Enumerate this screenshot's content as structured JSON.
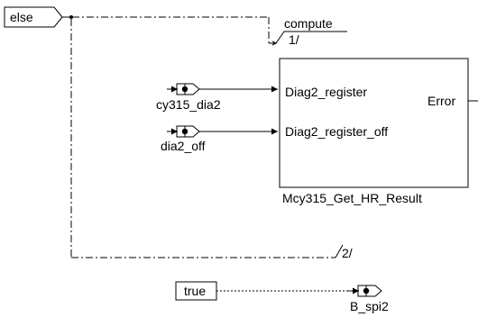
{
  "diagram": {
    "else_label": "else",
    "true_label": "true",
    "compute_label": "compute",
    "branch1_label": "1/",
    "branch2_label": "2/",
    "block": {
      "input1": "Diag2_register",
      "input2": "Diag2_register_off",
      "output": "Error",
      "name": "Mcy315_Get_HR_Result"
    },
    "signals": {
      "in1": "cy315_dia2",
      "in2": "dia2_off",
      "out": "B_spi2"
    }
  }
}
